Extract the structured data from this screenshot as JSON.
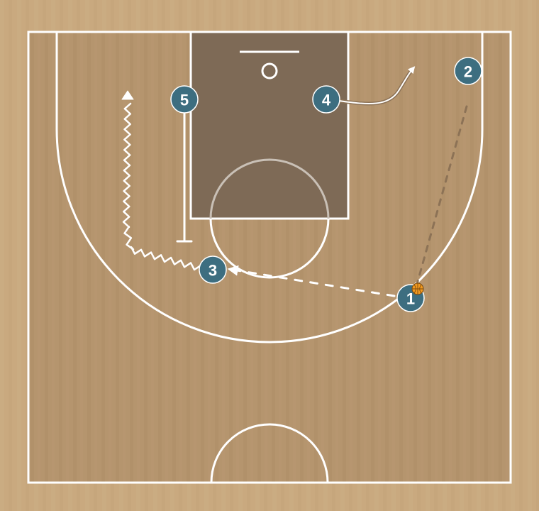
{
  "diagram": {
    "type": "basketball-half-court-play",
    "colors": {
      "floor": "#c8a87f",
      "floor_inner": "#b4946c",
      "paint": "#7e6a56",
      "lines": "#ffffff",
      "player": "#3d6e80",
      "player_border": "#ffffff",
      "pass_line": "#ffffff",
      "cut_line": "#ffffff",
      "dribble_line": "#ffffff",
      "screen_line": "#ffffff",
      "handoff_line": "#8c7256",
      "ball": "#f29a1f"
    },
    "players": [
      {
        "id": "1",
        "label": "1",
        "has_ball": true
      },
      {
        "id": "2",
        "label": "2",
        "has_ball": false
      },
      {
        "id": "3",
        "label": "3",
        "has_ball": false
      },
      {
        "id": "4",
        "label": "4",
        "has_ball": false
      },
      {
        "id": "5",
        "label": "5",
        "has_ball": false
      }
    ],
    "actions": [
      {
        "type": "pass",
        "from": "1",
        "to": "3"
      },
      {
        "type": "dribble",
        "player": "3"
      },
      {
        "type": "cut",
        "player": "4"
      },
      {
        "type": "screen",
        "player": "5"
      },
      {
        "type": "dashed-move",
        "player": "2"
      }
    ]
  }
}
